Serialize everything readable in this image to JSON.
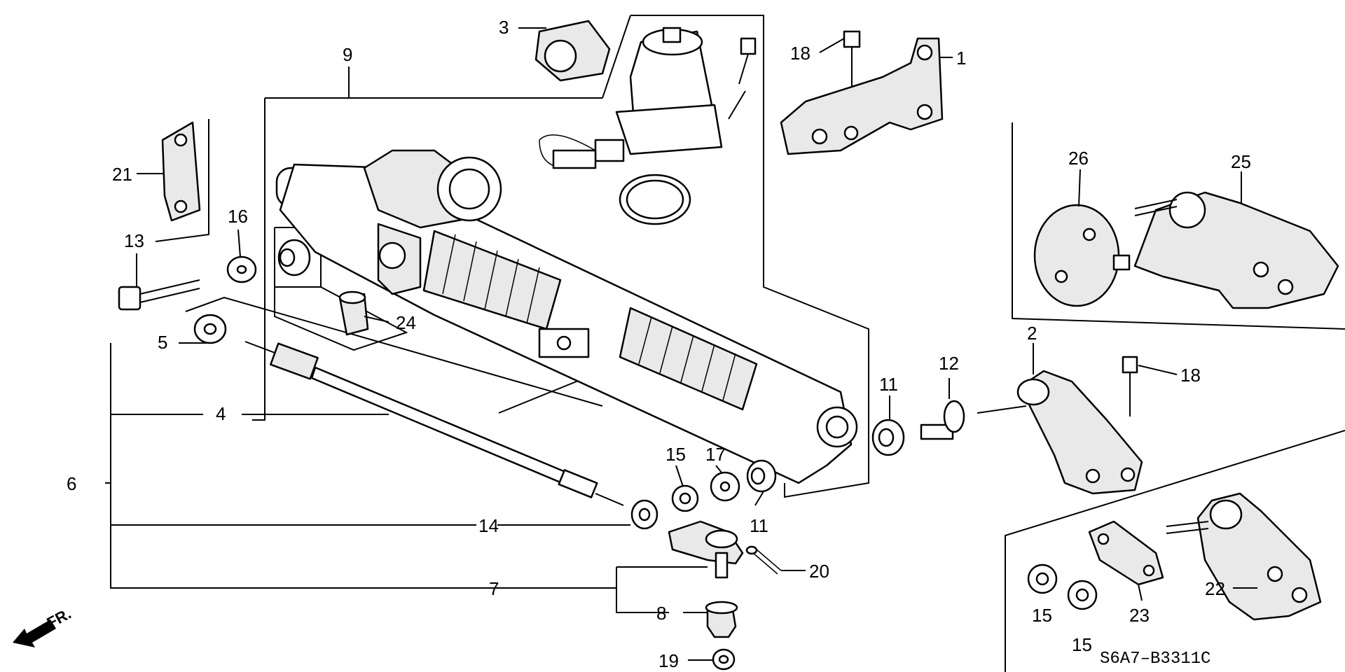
{
  "diagram": {
    "callouts": {
      "c1": "1",
      "c2": "2",
      "c3": "3",
      "c4": "4",
      "c5": "5",
      "c6": "6",
      "c7": "7",
      "c8": "8",
      "c9": "9",
      "c11a": "11",
      "c11b": "11",
      "c12": "12",
      "c13": "13",
      "c14": "14",
      "c15a": "15",
      "c15b": "15",
      "c15c": "15",
      "c16": "16",
      "c17": "17",
      "c18a": "18",
      "c18b": "18",
      "c19": "19",
      "c20": "20",
      "c21": "21",
      "c22": "22",
      "c23": "23",
      "c24": "24",
      "c25": "25",
      "c26": "26"
    },
    "direction_label": "FR.",
    "drawing_code": "S6A7–B3311C"
  }
}
